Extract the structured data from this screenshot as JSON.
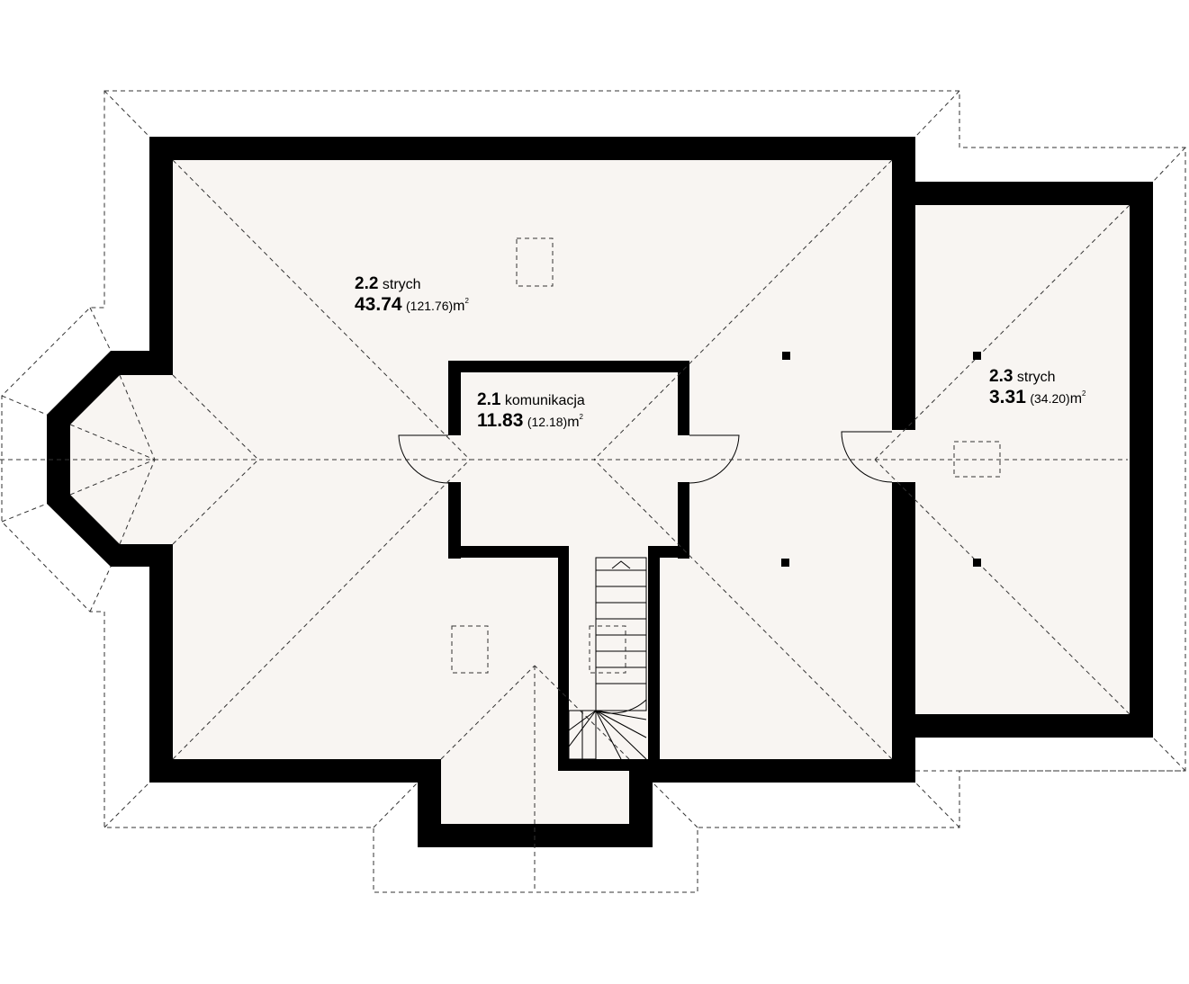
{
  "rooms": [
    {
      "number": "2.2",
      "name": "strych",
      "area": "43.74",
      "gross": "(121.76)",
      "unit": "m",
      "exp": "2"
    },
    {
      "number": "2.1",
      "name": "komunikacja",
      "area": "11.83",
      "gross": "(12.18)",
      "unit": "m",
      "exp": "2"
    },
    {
      "number": "2.3",
      "name": "strych",
      "area": "3.31",
      "gross": "(34.20)",
      "unit": "m",
      "exp": "2"
    }
  ],
  "colors": {
    "wall": "#000000",
    "floor": "#f8f5f2",
    "dashed_lines": "#333333",
    "background": "#ffffff"
  }
}
